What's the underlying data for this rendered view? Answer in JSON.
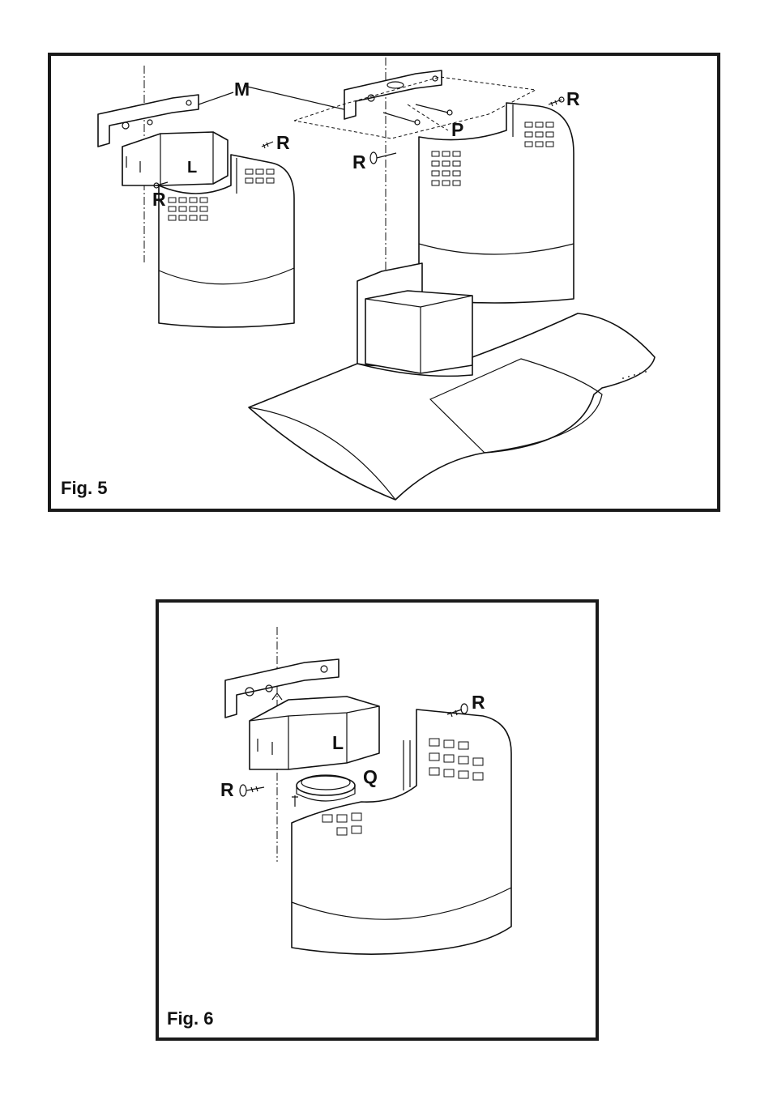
{
  "figure5": {
    "caption": "Fig. 5",
    "labels": {
      "M": "M",
      "L": "L",
      "R_left_bracket": "R",
      "R_left_top": "R",
      "R_right_top": "R",
      "R_middle": "R",
      "P": "P"
    }
  },
  "figure6": {
    "caption": "Fig. 6",
    "labels": {
      "L": "L",
      "Q": "Q",
      "R_left": "R",
      "R_right": "R"
    }
  }
}
